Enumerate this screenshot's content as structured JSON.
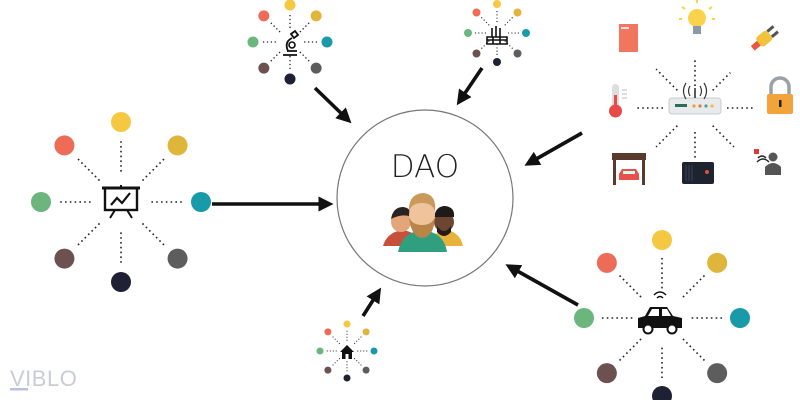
{
  "center": {
    "title": "DAO",
    "icon": "people-group-icon"
  },
  "logo": {
    "text": "VIBLO"
  },
  "dot_colors": {
    "top": "#f5c842",
    "top_left": "#ee6b58",
    "top_right": "#e0b53c",
    "left": "#6cb57c",
    "right": "#189aa9",
    "bottom_left": "#6d5150",
    "bottom_right": "#5d5d5d",
    "bottom": "#1d2133"
  },
  "clusters": [
    {
      "name": "presentation-chart",
      "icon": "presentation-chart-icon"
    },
    {
      "name": "microscope",
      "icon": "microscope-icon"
    },
    {
      "name": "factory",
      "icon": "factory-icon"
    },
    {
      "name": "home",
      "icon": "home-icon"
    },
    {
      "name": "car",
      "icon": "connected-car-icon"
    },
    {
      "name": "iot-router",
      "icon": "wifi-router-icon",
      "devices": [
        "door-icon",
        "light-bulb-icon",
        "plug-icon",
        "thermometer-icon",
        "padlock-icon",
        "garage-icon",
        "speaker-box-icon",
        "motion-sensor-person-icon"
      ]
    }
  ],
  "arrow_color": "#111111"
}
